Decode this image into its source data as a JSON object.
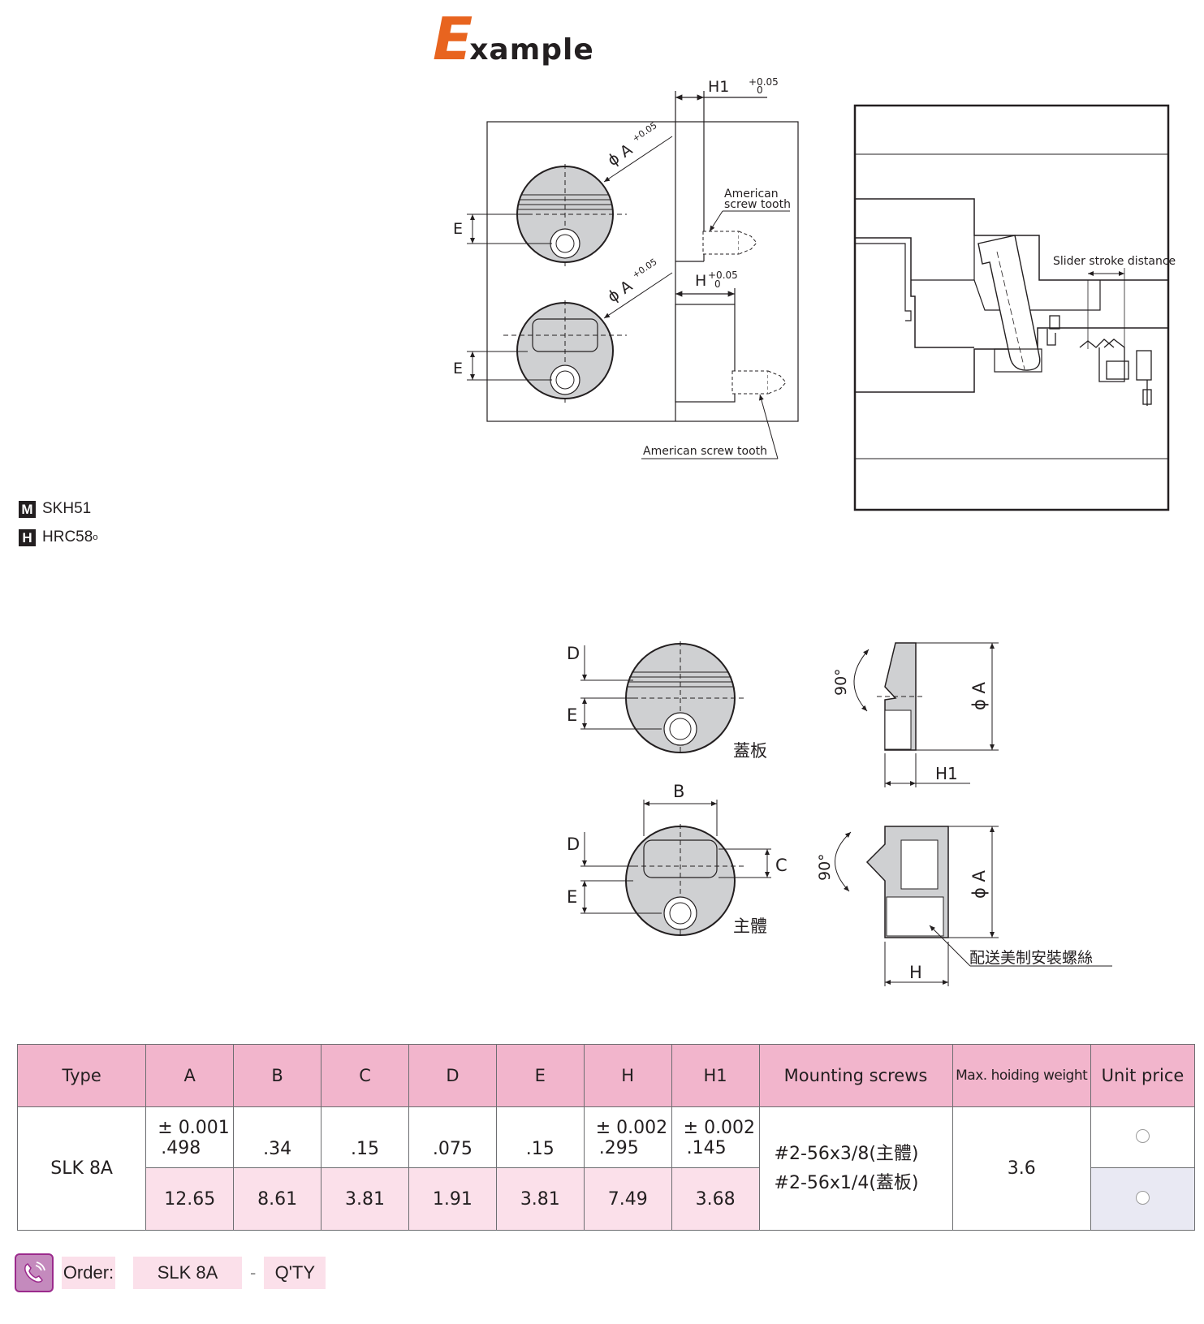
{
  "heading": {
    "initial": "E",
    "rest": "xample"
  },
  "materials": [
    {
      "code": "M",
      "value": "SKH51"
    },
    {
      "code": "H",
      "value": "HRC58",
      "sup": "o"
    }
  ],
  "example_drawing": {
    "h1_label": "H1",
    "h_label": "H",
    "e_label": "E",
    "tol_upper": "+0.05",
    "tol_lower": "0",
    "phi_a": "ϕ A",
    "american_screw_tooth_top": [
      "American",
      "screw tooth"
    ],
    "american_screw_tooth_bottom": "American screw tooth",
    "slider_stroke": "Slider stroke distance"
  },
  "part_drawings": {
    "d": "D",
    "e": "E",
    "b": "B",
    "c": "C",
    "h": "H",
    "h1": "H1",
    "phi_a": "ϕ A",
    "angle": "90°",
    "cover_plate": "蓋板",
    "main_body": "主體",
    "screw_note": "配送美制安裝螺絲"
  },
  "table": {
    "headers": [
      "Type",
      "A",
      "B",
      "C",
      "D",
      "E",
      "H",
      "H1",
      "Mounting screws",
      "Max. hoiding weight",
      "Unit price"
    ],
    "row": {
      "type": "SLK 8A",
      "inch": {
        "A_tol": "± 0.001",
        "A": ".498",
        "B": ".34",
        "C": ".15",
        "D": ".075",
        "E": ".15",
        "H_tol": "± 0.002",
        "H": ".295",
        "H1_tol": "± 0.002",
        "H1": ".145"
      },
      "mm": {
        "A": "12.65",
        "B": "8.61",
        "C": "3.81",
        "D": "1.91",
        "E": "3.81",
        "H": "7.49",
        "H1": "3.68"
      },
      "screws": [
        "#2-56x3/8(主體)",
        "#2-56x1/4(蓋板)"
      ],
      "max_weight": "3.6"
    }
  },
  "order": {
    "label": "Order:",
    "type": "SLK 8A",
    "separator": "-",
    "qty": "Q'TY"
  },
  "colors": {
    "accent": "#e8641f",
    "header_pink": "#f2b5cc",
    "row_pink": "#fbe0ea",
    "part_gray": "#cfd0d2",
    "phone_purple": "#9b2a8c"
  }
}
